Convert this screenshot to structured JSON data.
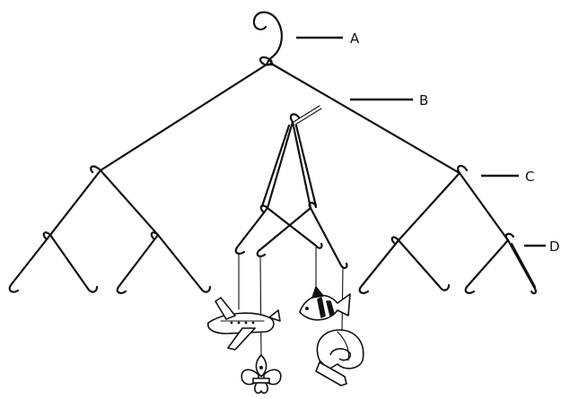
{
  "labels": {
    "a": "A",
    "b": "B",
    "c": "C",
    "d": "D"
  },
  "colors": {
    "ink": "#111111",
    "paper": "#ffffff"
  },
  "ornaments": [
    "airplane-icon",
    "fleur-de-lis-icon",
    "fish-icon",
    "football-helmet-icon"
  ]
}
